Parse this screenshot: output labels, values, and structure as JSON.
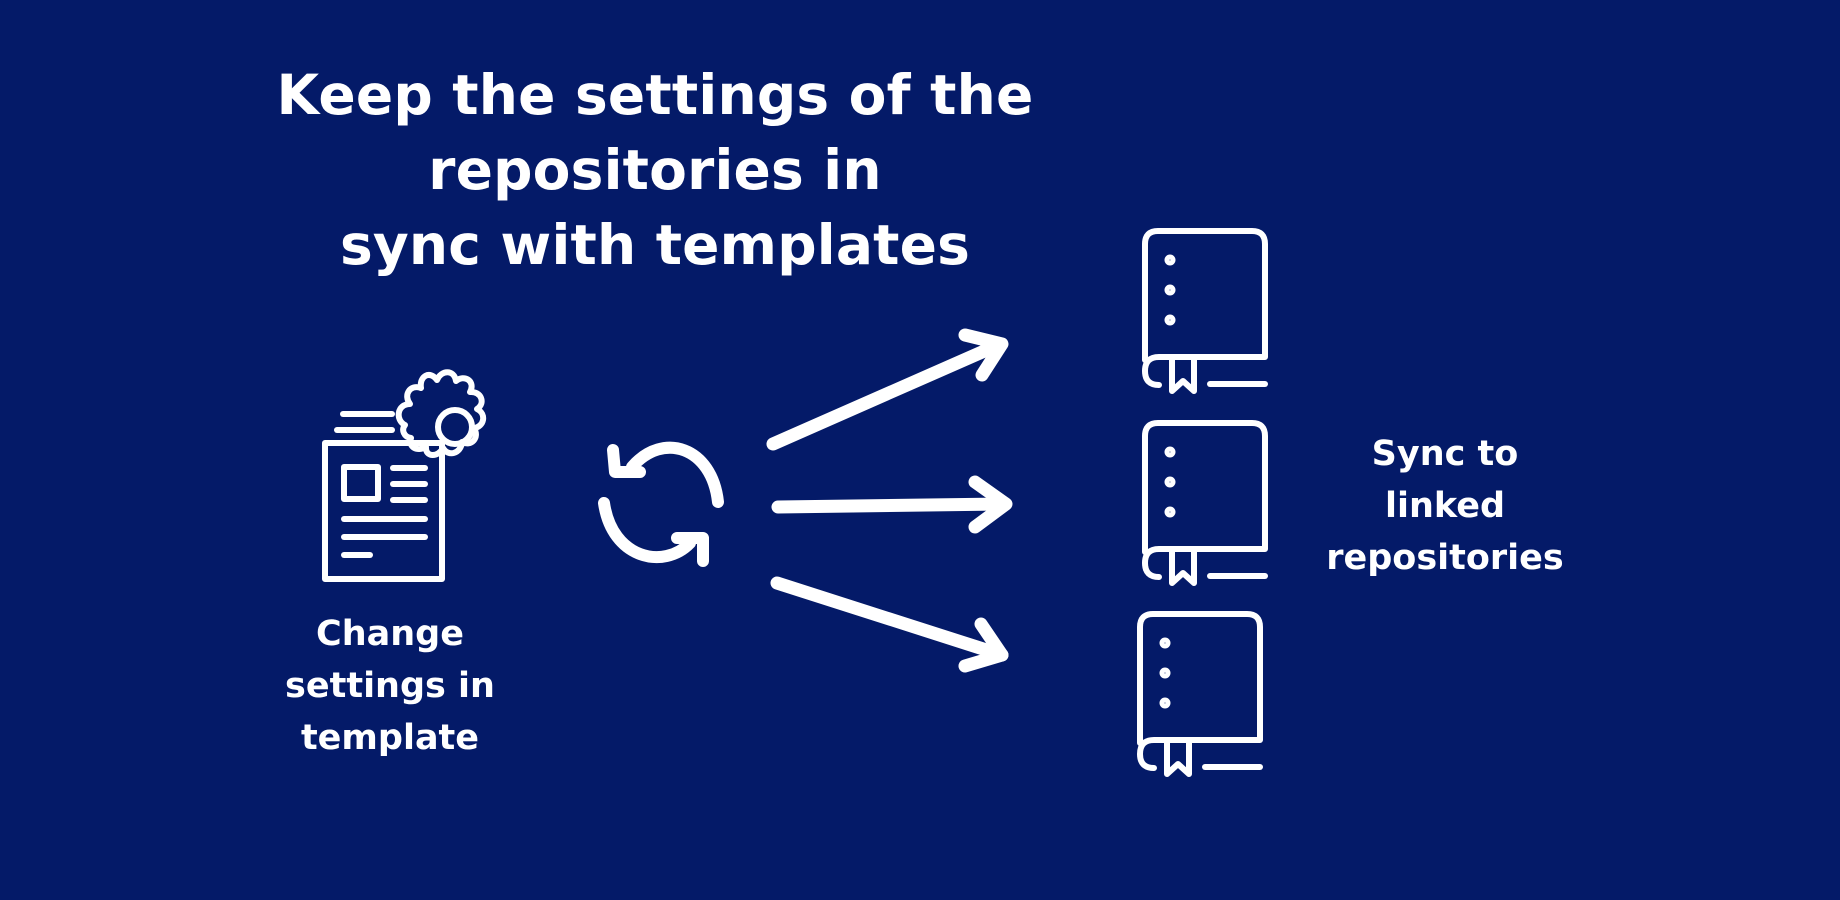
{
  "title": {
    "line1": "Keep the settings of the repositories in",
    "line2": "sync with templates"
  },
  "source_caption": {
    "line1": "Change",
    "line2": "settings in",
    "line3": "template"
  },
  "target_caption": {
    "line1": "Sync to",
    "line2": "linked",
    "line3": "repositories"
  },
  "icons": {
    "source": "template-settings-icon",
    "process": "sync-icon",
    "targets": [
      "repository-book-icon",
      "repository-book-icon",
      "repository-book-icon"
    ],
    "connectors": [
      "arrow-right-up",
      "arrow-right",
      "arrow-right-down"
    ]
  },
  "colors": {
    "background": "#041a68",
    "foreground": "#ffffff",
    "arrow": "#f1f1f1"
  }
}
